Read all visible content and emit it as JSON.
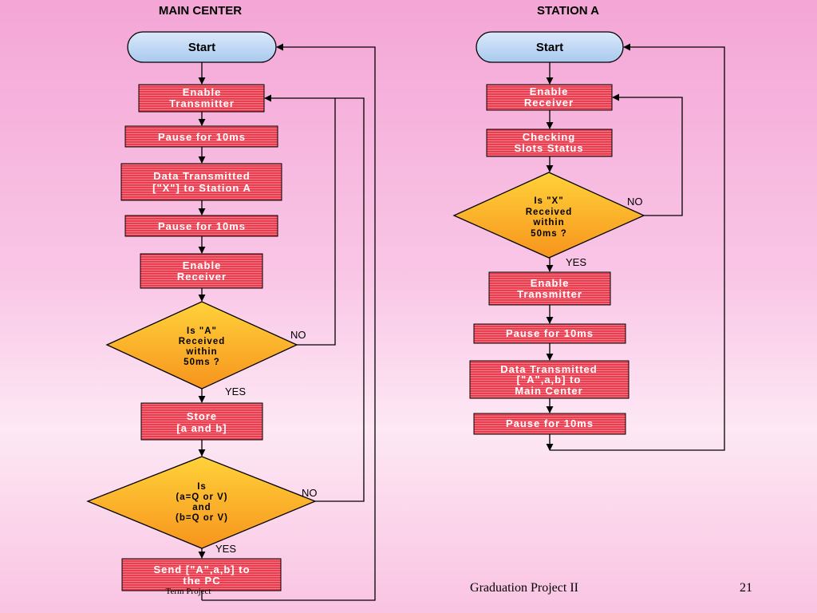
{
  "main_center": {
    "title": "MAIN CENTER",
    "start": "Start",
    "enable_transmitter": [
      "Enable",
      "Transmitter"
    ],
    "pause1": "Pause for 10ms",
    "data_transmitted": [
      "Data Transmitted",
      "[\"X\"]  to Station A"
    ],
    "pause2": "Pause for 10ms",
    "enable_receiver": [
      "Enable",
      "Receiver"
    ],
    "decision1": [
      "Is \"A\"",
      "Received",
      "within",
      "50ms ?"
    ],
    "decision1_no": "NO",
    "decision1_yes": "YES",
    "store": [
      "Store",
      "[a and b]"
    ],
    "decision2": [
      "Is",
      "(a=Q or V)",
      "and",
      "(b=Q or V)"
    ],
    "decision2_no": "NO",
    "decision2_yes": "YES",
    "send": [
      "Send [\"A\",a,b] to",
      "the PC"
    ]
  },
  "station_a": {
    "title": "STATION A",
    "start": "Start",
    "enable_receiver": [
      "Enable",
      "Receiver"
    ],
    "checking": [
      "Checking",
      "Slots Status"
    ],
    "decision": [
      "Is \"X\"",
      "Received",
      "within",
      "50ms ?"
    ],
    "decision_no": "NO",
    "decision_yes": "YES",
    "enable_transmitter": [
      "Enable",
      "Transmitter"
    ],
    "pause1": "Pause for 10ms",
    "data_transmitted": [
      "Data Transmitted",
      "[\"A\",a,b]  to",
      "Main Center"
    ],
    "pause2": "Pause for 10ms"
  },
  "footer": {
    "left": "Term Project",
    "center": "Graduation Project II",
    "page_number": "21"
  },
  "colors": {
    "box_fill": "#e8374a",
    "box_stripe": "#f47a86",
    "decision_top": "#ffd23a",
    "decision_bottom": "#f7941d",
    "start_fill": "#bcd8f4"
  }
}
